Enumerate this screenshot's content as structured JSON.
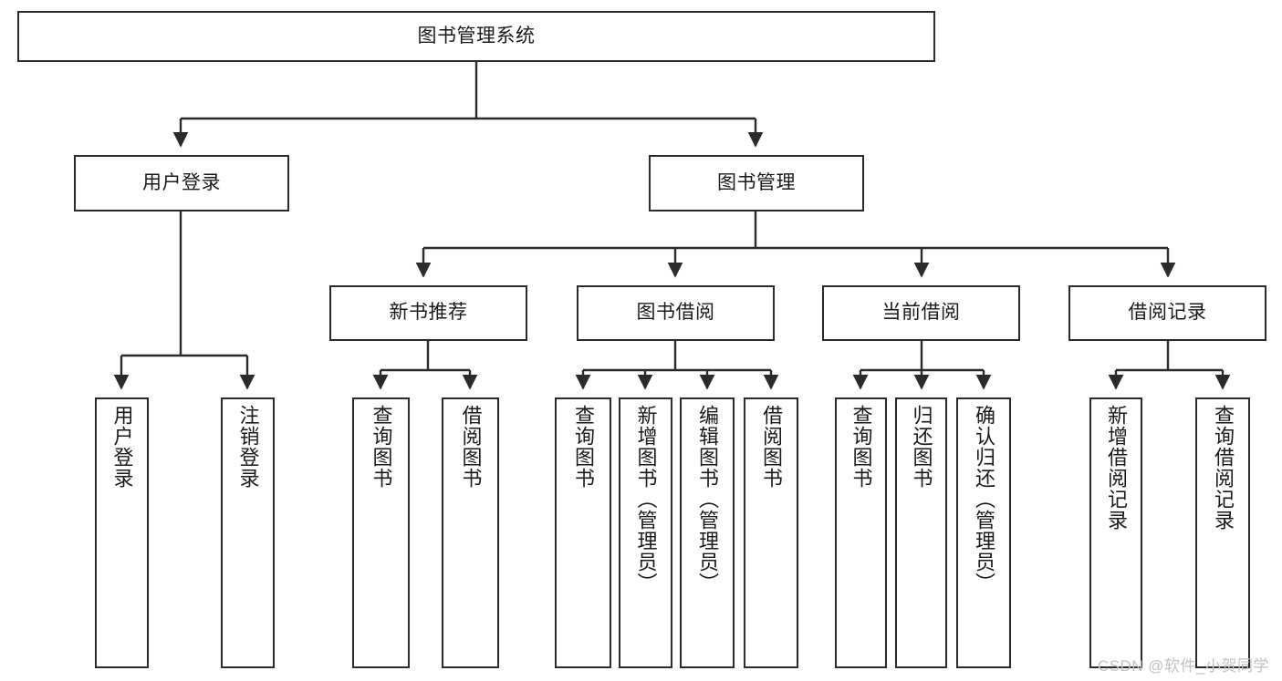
{
  "diagram": {
    "type": "tree",
    "title": "图书管理系统",
    "watermark": "CSDN @软件_小贺同学",
    "colors": {
      "stroke": "#2b2b2b",
      "fill": "#ffffff",
      "text": "#1a1a1a",
      "watermark": "#c2c2c2"
    },
    "nodes": {
      "root": {
        "label": "图书管理系统",
        "level": 0,
        "orientation": "horizontal"
      },
      "l1": [
        {
          "label": "用户登录",
          "orientation": "horizontal"
        },
        {
          "label": "图书管理",
          "orientation": "horizontal"
        }
      ],
      "l2": [
        {
          "label": "新书推荐",
          "orientation": "horizontal"
        },
        {
          "label": "图书借阅",
          "orientation": "horizontal"
        },
        {
          "label": "当前借阅",
          "orientation": "horizontal"
        },
        {
          "label": "借阅记录",
          "orientation": "horizontal"
        }
      ],
      "leaves": {
        "user_login": [
          {
            "label": "用户登录",
            "orientation": "vertical"
          },
          {
            "label": "注销登录",
            "orientation": "vertical"
          }
        ],
        "new_book": [
          {
            "label": "查询图书",
            "orientation": "vertical"
          },
          {
            "label": "借阅图书",
            "orientation": "vertical"
          }
        ],
        "book_borrow": [
          {
            "label": "查询图书",
            "orientation": "vertical"
          },
          {
            "label": "新增图书（管理员）",
            "orientation": "vertical"
          },
          {
            "label": "编辑图书（管理员）",
            "orientation": "vertical"
          },
          {
            "label": "借阅图书",
            "orientation": "vertical"
          }
        ],
        "current_borrow": [
          {
            "label": "查询图书",
            "orientation": "vertical"
          },
          {
            "label": "归还图书",
            "orientation": "vertical"
          },
          {
            "label": "确认归还（管理员）",
            "orientation": "vertical"
          }
        ],
        "borrow_record": [
          {
            "label": "新增借阅记录",
            "orientation": "vertical"
          },
          {
            "label": "查询借阅记录",
            "orientation": "vertical"
          }
        ]
      }
    },
    "edges": [
      {
        "from": "图书管理系统",
        "to": "用户登录"
      },
      {
        "from": "图书管理系统",
        "to": "图书管理"
      },
      {
        "from": "图书管理",
        "to": "新书推荐"
      },
      {
        "from": "图书管理",
        "to": "图书借阅"
      },
      {
        "from": "图书管理",
        "to": "当前借阅"
      },
      {
        "from": "图书管理",
        "to": "借阅记录"
      },
      {
        "from": "用户登录",
        "to": "用户登录"
      },
      {
        "from": "用户登录",
        "to": "注销登录"
      },
      {
        "from": "新书推荐",
        "to": "查询图书"
      },
      {
        "from": "新书推荐",
        "to": "借阅图书"
      },
      {
        "from": "图书借阅",
        "to": "查询图书"
      },
      {
        "from": "图书借阅",
        "to": "新增图书（管理员）"
      },
      {
        "from": "图书借阅",
        "to": "编辑图书（管理员）"
      },
      {
        "from": "图书借阅",
        "to": "借阅图书"
      },
      {
        "from": "当前借阅",
        "to": "查询图书"
      },
      {
        "from": "当前借阅",
        "to": "归还图书"
      },
      {
        "from": "当前借阅",
        "to": "确认归还（管理员）"
      },
      {
        "from": "借阅记录",
        "to": "新增借阅记录"
      },
      {
        "from": "借阅记录",
        "to": "查询借阅记录"
      }
    ]
  }
}
